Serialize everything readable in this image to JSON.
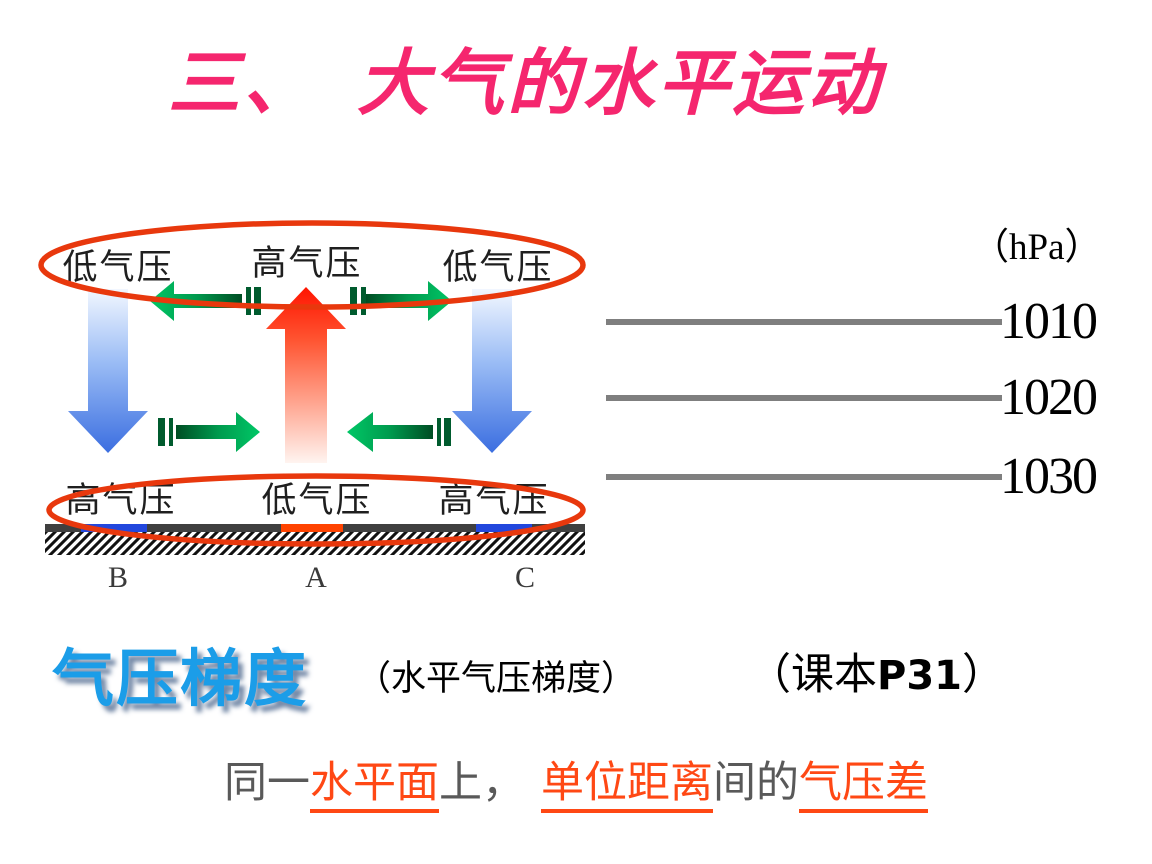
{
  "slide": {
    "title": {
      "text": "三、　大气的水平运动",
      "color": "#F5266E"
    }
  },
  "diagram": {
    "top_labels": [
      "低气压",
      "高气压",
      "低气压"
    ],
    "bottom_labels": [
      "高气压",
      "低气压",
      "高气压"
    ],
    "point_labels": [
      "B",
      "A",
      "C"
    ],
    "colors": {
      "annotation_ellipse": "#E8380D",
      "rising_air_arrow_red": "#FF1400",
      "sinking_air_arrow_blue": "#3B6EE0",
      "wind_arrow_green_bright": "#00C766",
      "wind_arrow_green_dark": "#004D24",
      "ground_bar": "#3F3F3F",
      "ground_segment_blue": "#2247DD",
      "ground_segment_orange": "#FF4300"
    }
  },
  "pressure_scale": {
    "unit_label": "（hPa）",
    "levels": [
      "1010",
      "1020",
      "1030"
    ],
    "line_color": "#7F7F7F"
  },
  "caption": {
    "keyword": {
      "text": "气压梯度",
      "color": "#1B9DE8"
    },
    "paren_note": "（水平气压梯度）",
    "textbook_ref": {
      "prefix": "（课本",
      "page": "P31",
      "suffix": "）"
    }
  },
  "definition": {
    "plain_color": "#595959",
    "highlight_color": "#FF4814",
    "segments": [
      {
        "text": "同一",
        "highlighted": false
      },
      {
        "text": "水平面",
        "highlighted": true
      },
      {
        "text": "上，",
        "highlighted": false
      },
      {
        "text": "单位距离",
        "highlighted": true
      },
      {
        "text": "间的",
        "highlighted": false
      },
      {
        "text": "气压差",
        "highlighted": true
      }
    ]
  }
}
